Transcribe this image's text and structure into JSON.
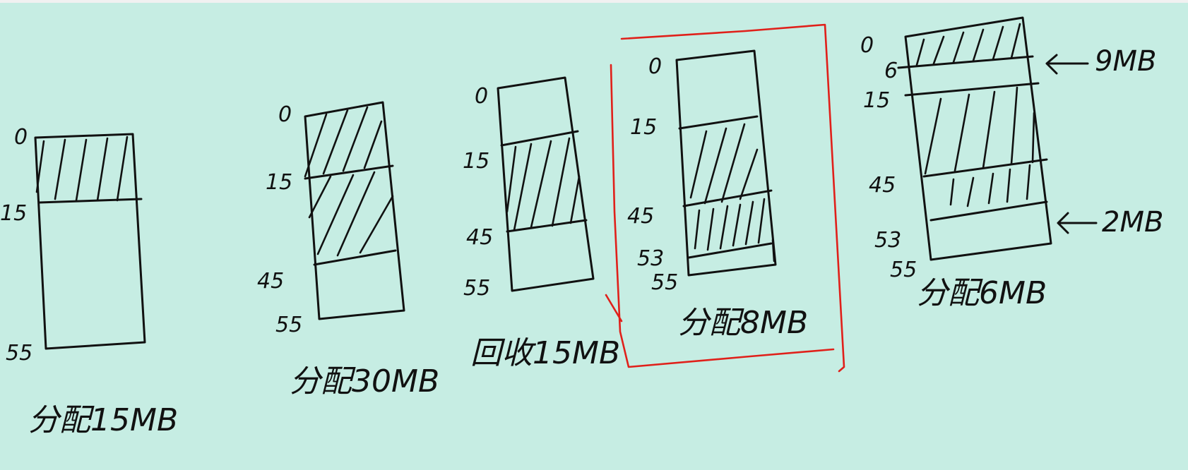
{
  "diagrams": [
    {
      "caption": "分配15MB",
      "labels": [
        "0",
        "15",
        "55"
      ],
      "dividers": [
        15
      ],
      "hatched": [
        [
          0,
          15
        ]
      ]
    },
    {
      "caption": "分配30MB",
      "labels": [
        "0",
        "15",
        "45",
        "55"
      ],
      "dividers": [
        15,
        45
      ],
      "hatched": [
        [
          0,
          15
        ],
        [
          15,
          45
        ]
      ]
    },
    {
      "caption": "回收15MB",
      "labels": [
        "0",
        "15",
        "45",
        "55"
      ],
      "dividers": [
        15,
        45
      ],
      "hatched": [
        [
          15,
          45
        ]
      ]
    },
    {
      "caption": "分配8MB",
      "labels": [
        "0",
        "15",
        "45",
        "53",
        "55"
      ],
      "dividers": [
        15,
        45,
        53
      ],
      "hatched": [
        [
          15,
          45
        ],
        [
          45,
          53
        ]
      ],
      "highlighted": true
    },
    {
      "caption": "分配6MB",
      "labels": [
        "0",
        "6",
        "15",
        "45",
        "53",
        "55"
      ],
      "dividers": [
        6,
        15,
        45,
        53
      ],
      "hatched": [
        [
          0,
          6
        ],
        [
          15,
          45
        ],
        [
          45,
          53
        ]
      ],
      "annotations": [
        {
          "arrow": "←",
          "text": "9MB"
        },
        {
          "arrow": "←",
          "text": "2MB"
        }
      ]
    }
  ]
}
